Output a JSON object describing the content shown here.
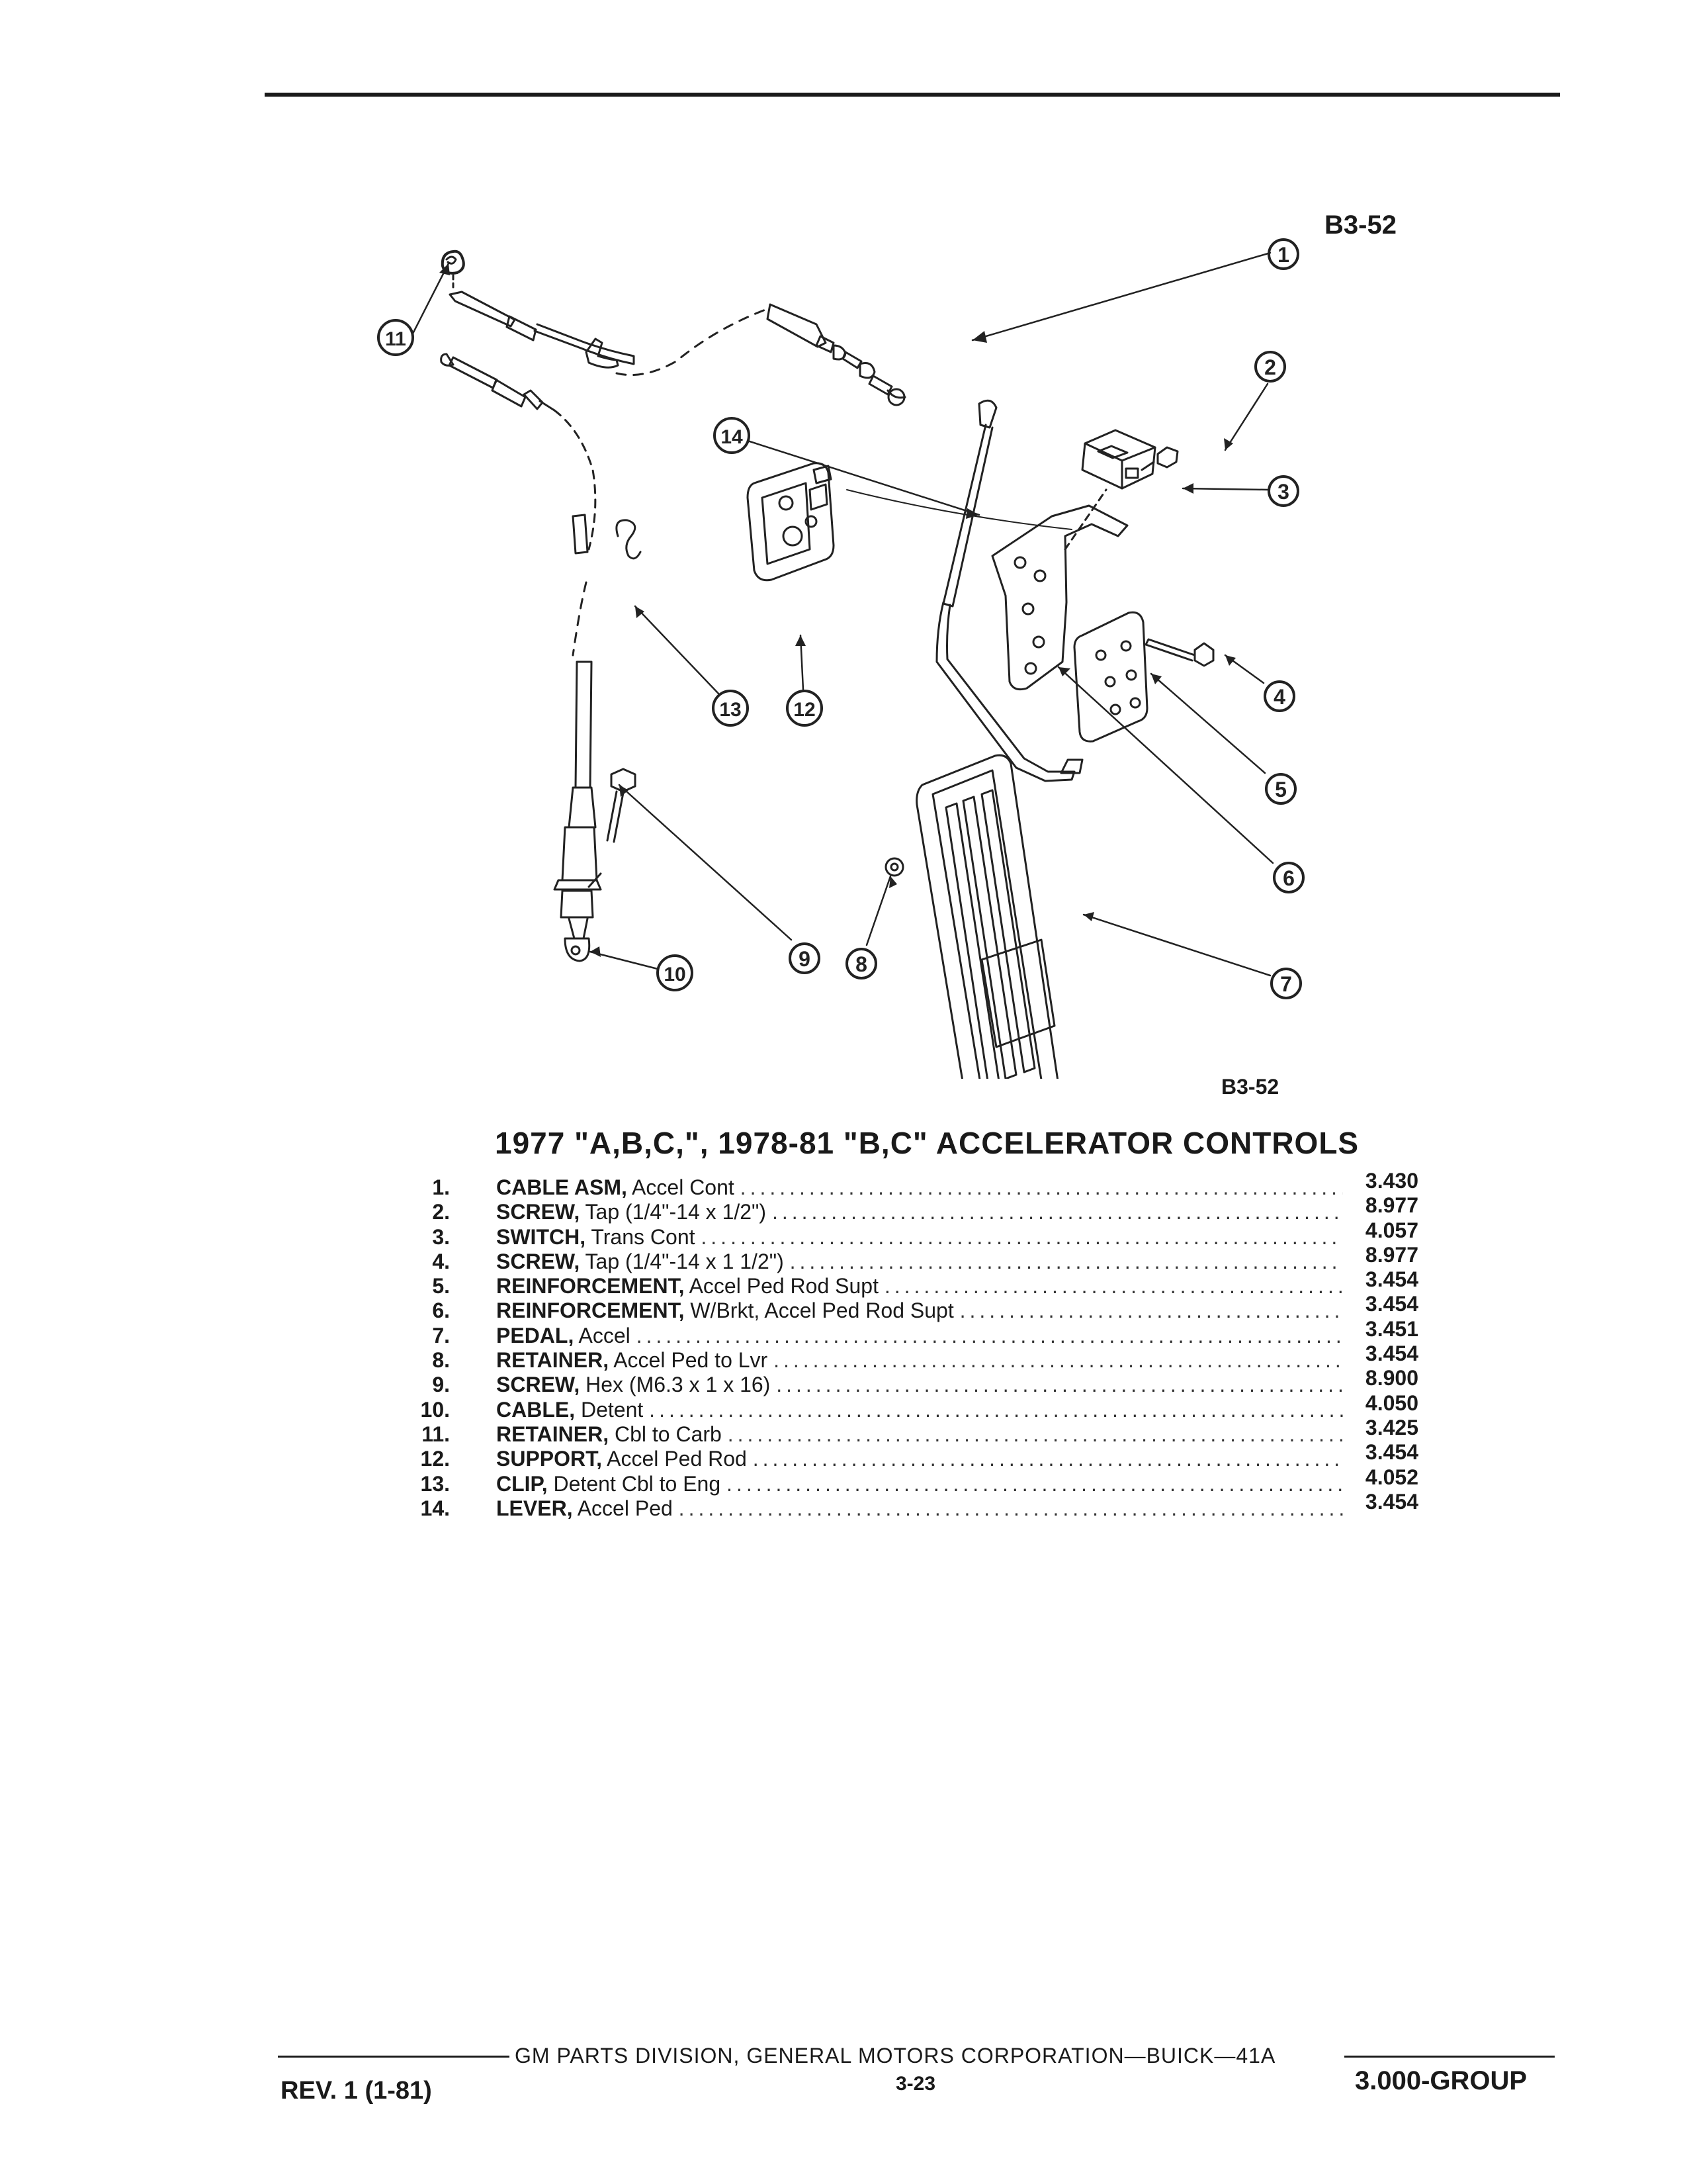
{
  "header": {
    "figure_code": "B3-52"
  },
  "diagram": {
    "figure_code": "B3-52",
    "callouts": [
      "1",
      "2",
      "3",
      "4",
      "5",
      "6",
      "7",
      "8",
      "9",
      "10",
      "11",
      "12",
      "13",
      "14"
    ]
  },
  "title": "1977 \"A,B,C,\", 1978-81 \"B,C\" ACCELERATOR CONTROLS",
  "parts": [
    {
      "num": "1.",
      "name": "CABLE ASM,",
      "desc": "Accel Cont",
      "group": "3.430"
    },
    {
      "num": "2.",
      "name": "SCREW,",
      "desc": "Tap (1/4\"-14 x 1/2\")",
      "group": "8.977"
    },
    {
      "num": "3.",
      "name": "SWITCH,",
      "desc": "Trans Cont",
      "group": "4.057"
    },
    {
      "num": "4.",
      "name": "SCREW,",
      "desc": "Tap (1/4\"-14 x 1 1/2\")",
      "group": "8.977"
    },
    {
      "num": "5.",
      "name": "REINFORCEMENT,",
      "desc": "Accel Ped Rod Supt",
      "group": "3.454"
    },
    {
      "num": "6.",
      "name": "REINFORCEMENT,",
      "desc": "W/Brkt, Accel Ped Rod Supt",
      "group": "3.454"
    },
    {
      "num": "7.",
      "name": "PEDAL,",
      "desc": "Accel",
      "group": "3.451"
    },
    {
      "num": "8.",
      "name": "RETAINER,",
      "desc": "Accel Ped to Lvr",
      "group": "3.454"
    },
    {
      "num": "9.",
      "name": "SCREW,",
      "desc": "Hex (M6.3 x 1 x 16)",
      "group": "8.900"
    },
    {
      "num": "10.",
      "name": "CABLE,",
      "desc": "Detent",
      "group": "4.050"
    },
    {
      "num": "11.",
      "name": "RETAINER,",
      "desc": "Cbl to Carb",
      "group": "3.425"
    },
    {
      "num": "12.",
      "name": "SUPPORT,",
      "desc": "Accel Ped Rod",
      "group": "3.454"
    },
    {
      "num": "13.",
      "name": "CLIP,",
      "desc": "Detent Cbl to Eng",
      "group": "4.052"
    },
    {
      "num": "14.",
      "name": "LEVER,",
      "desc": "Accel Ped",
      "group": "3.454"
    }
  ],
  "footer": {
    "center": "GM PARTS DIVISION, GENERAL MOTORS CORPORATION—BUICK—41A",
    "page": "3-23",
    "rev": "REV. 1 (1-81)",
    "group": "3.000-GROUP"
  }
}
